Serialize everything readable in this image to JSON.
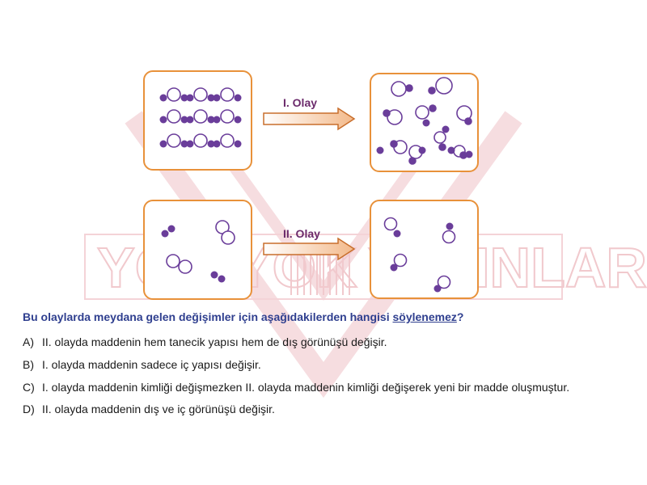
{
  "watermark": {
    "left_text": "YOK YOK",
    "right_text": "YAYINLARI"
  },
  "diagram": {
    "event1_label": "I. Olay",
    "event2_label": "II. Olay",
    "colors": {
      "frame": "#e8913a",
      "atom": "#6a3d9a",
      "arrow_fill_start": "#ffffff",
      "arrow_fill_end": "#f3b98a"
    }
  },
  "question": {
    "text_before": "Bu olaylarda meydana gelen değişimler için aşağıdakilerden hangisi ",
    "underlined": "söylenemez",
    "text_after": "?"
  },
  "options": [
    {
      "letter": "A)",
      "text": "II. olayda maddenin hem tanecik yapısı hem de dış görünüşü değişir."
    },
    {
      "letter": "B)",
      "text": "I. olayda maddenin sadece iç yapısı değişir."
    },
    {
      "letter": "C)",
      "text": "I. olayda maddenin kimliği değişmezken II. olayda maddenin kimliği değişerek yeni bir madde oluşmuştur."
    },
    {
      "letter": "D)",
      "text": "II. olayda maddenin dış ve iç görünüşü değişir."
    }
  ]
}
